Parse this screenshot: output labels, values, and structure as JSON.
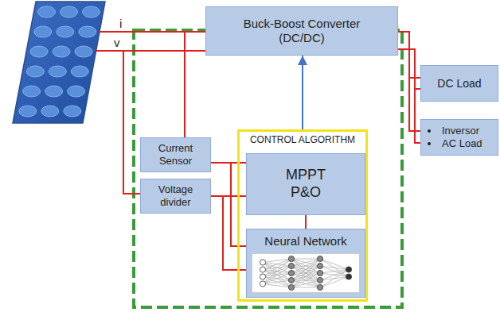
{
  "diagram": {
    "nodes": [
      {
        "text": [
          "Buck-Boost Converter (DC/DC)"
        ]
      },
      {
        "text": [
          "DC Load"
        ]
      },
      {
        "text": [
          "Inversor",
          "AC Load"
        ]
      },
      {
        "text": [
          "Current Sensor"
        ]
      },
      {
        "text": [
          "Voltage divider"
        ]
      },
      {
        "text": [
          "CONTROL ALGORITHM"
        ]
      },
      {
        "text": [
          "MPPT P&O"
        ],
        "in": 5
      },
      {
        "text": [
          "Neural Network"
        ],
        "in": 5
      }
    ],
    "edges": [
      {
        "from": 0,
        "to": 1,
        "arrow": "none"
      },
      {
        "from": 0,
        "to": 2,
        "arrow": "none"
      },
      {
        "from": 3,
        "to": 6,
        "arrow": "none"
      },
      {
        "from": 4,
        "to": 6,
        "arrow": "none"
      },
      {
        "from": 3,
        "to": 7,
        "arrow": "none"
      },
      {
        "from": 4,
        "to": 7,
        "arrow": "none"
      },
      {
        "from": 6,
        "to": 7,
        "arrow": "none"
      },
      {
        "from": 5,
        "to": 0,
        "arrow": "to"
      }
    ],
    "labels": [
      "i",
      "v"
    ]
  }
}
